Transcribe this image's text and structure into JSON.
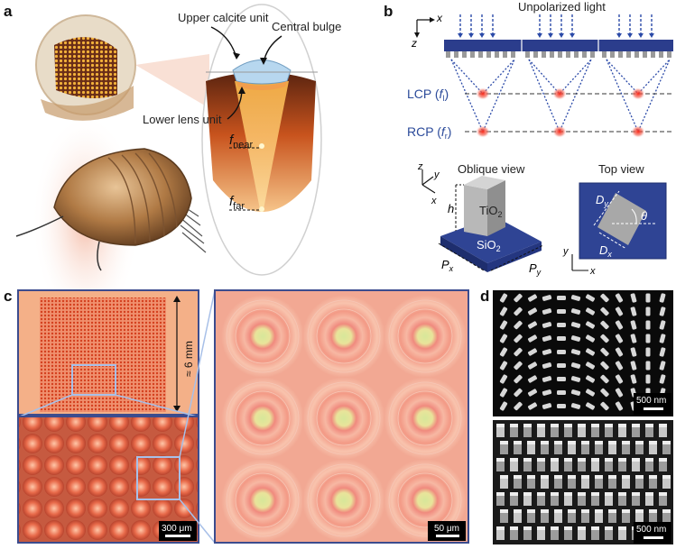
{
  "panels": {
    "a": {
      "letter": "a",
      "upper_calcite_unit": "Upper calcite unit",
      "central_bulge": "Central bulge",
      "lower_lens_unit": "Lower lens unit",
      "f_near_main": "f",
      "f_near_sub": "near",
      "f_far_main": "f",
      "f_far_sub": "far"
    },
    "b": {
      "letter": "b",
      "unpolarized_light": "Unpolarized light",
      "axis_x": "x",
      "axis_z": "z",
      "lcp_label": "LCP (",
      "lcp_f": "f",
      "lcp_sub": "l",
      "lcp_close": ")",
      "rcp_label": "RCP (",
      "rcp_f": "f",
      "rcp_sub": "r",
      "rcp_close": ")",
      "oblique_view": "Oblique view",
      "top_view": "Top view",
      "tio2_main": "TiO",
      "tio2_sub": "2",
      "sio2_main": "SiO",
      "sio2_sub": "2",
      "h": "h",
      "px_main": "P",
      "px_sub": "x",
      "py_main": "P",
      "py_sub": "y",
      "dy_main": "D",
      "dy_sub": "y",
      "dx_main": "D",
      "dx_sub": "x",
      "theta": "θ",
      "ax3_z": "z",
      "ax3_y": "y",
      "ax3_x": "x",
      "ax2_y": "y",
      "ax2_x": "x"
    },
    "c": {
      "letter": "c",
      "size_label": "≈ 6 mm",
      "scale_300": "300 μm",
      "scale_50": "50 μm"
    },
    "d": {
      "letter": "d",
      "scale_top": "500 nm",
      "scale_bottom": "500 nm"
    }
  },
  "colors": {
    "navy": "#2b3d8c",
    "dashed_blue": "#2b4aa8",
    "focus_red": "#e8332a",
    "lens_orange": "#f2a07e",
    "frame_blue": "#3c4c8e"
  }
}
